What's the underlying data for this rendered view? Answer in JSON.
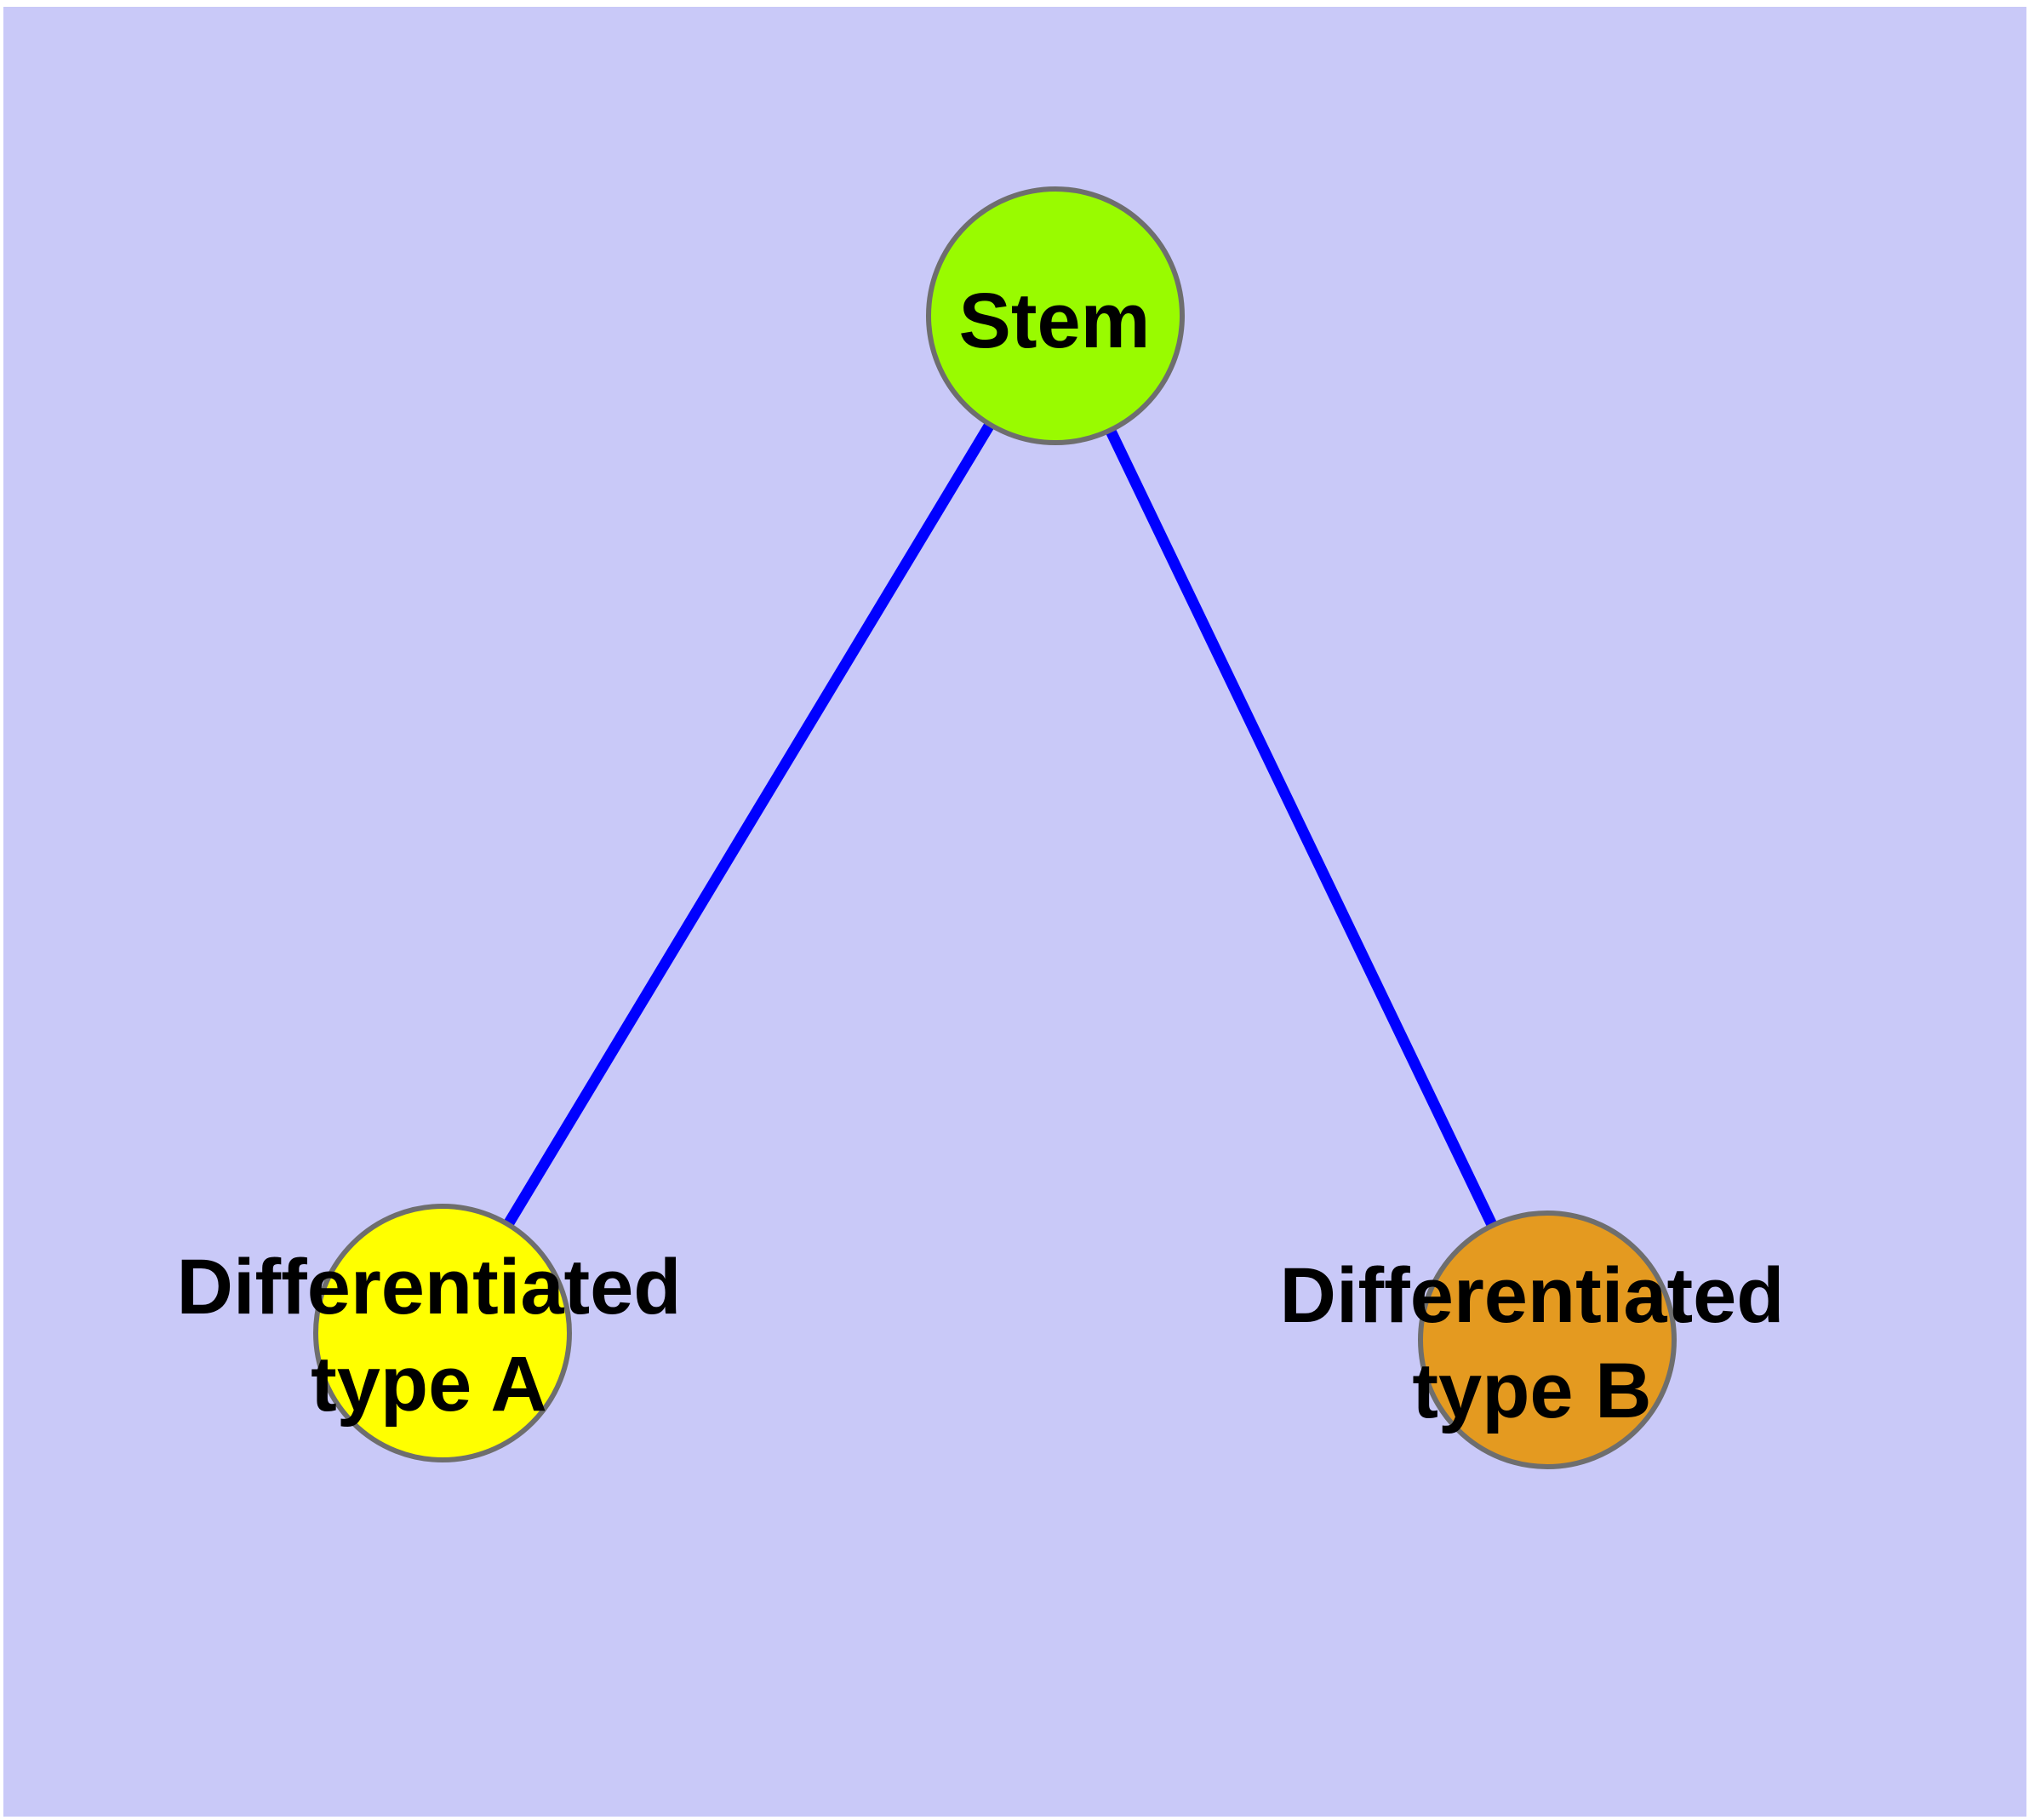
{
  "canvas": {
    "background_color": "#C9C9F8",
    "page_color": "#FFFFFF"
  },
  "node_style": {
    "border_color": "#6E6E6E",
    "label_color": "#000000"
  },
  "nodes": {
    "stem": {
      "label": "Stem",
      "fill": "#99FB00"
    },
    "type_a": {
      "label_line1": "Differentiated",
      "label_line2": "type A",
      "fill": "#FFFF00"
    },
    "type_b": {
      "label_line1": "Differentiated",
      "label_line2": "type B",
      "fill": "#E49A20"
    }
  },
  "edges": {
    "color": "#0000FF",
    "items": [
      {
        "from": "Stem",
        "to": "Differentiated type A"
      },
      {
        "from": "Stem",
        "to": "Differentiated type B"
      }
    ]
  }
}
